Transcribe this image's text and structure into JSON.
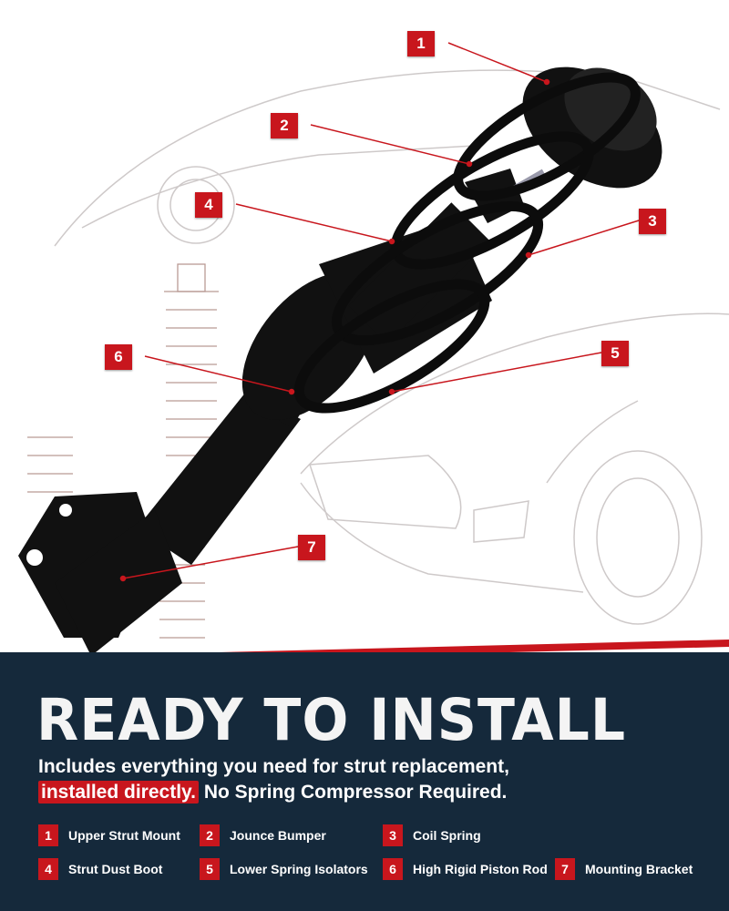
{
  "callouts": [
    "1",
    "2",
    "3",
    "4",
    "5",
    "6",
    "7"
  ],
  "headline": "READY TO INSTALL",
  "subtitle_line1": "Includes everything you need for strut replacement,",
  "subtitle_highlight": "installed directly.",
  "subtitle_rest": "No Spring Compressor Required.",
  "legend": [
    {
      "num": "1",
      "label": "Upper Strut Mount"
    },
    {
      "num": "2",
      "label": "Jounce Bumper"
    },
    {
      "num": "3",
      "label": "Coil Spring"
    },
    {
      "num": "4",
      "label": "Strut Dust Boot"
    },
    {
      "num": "5",
      "label": "Lower Spring Isolators"
    },
    {
      "num": "6",
      "label": "High Rigid Piston Rod"
    },
    {
      "num": "7",
      "label": "Mounting Bracket"
    }
  ],
  "colors": {
    "accent": "#c8161d",
    "banner": "#15293b"
  }
}
